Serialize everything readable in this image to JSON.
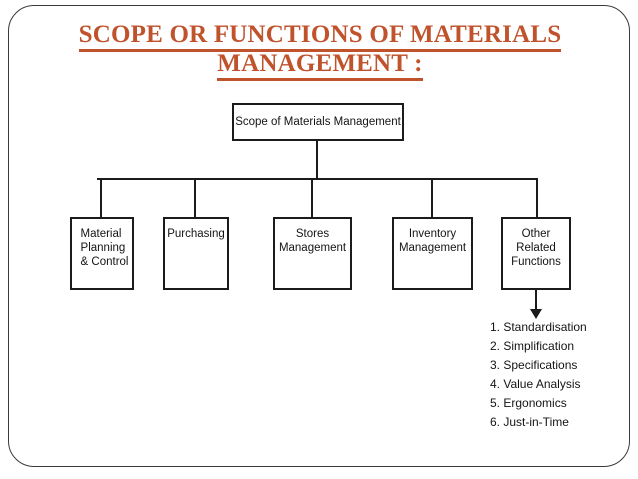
{
  "slide": {
    "title_lines": [
      "SCOPE OR FUNCTIONS OF MATERIALS",
      "MANAGEMENT :"
    ],
    "title_color": "#c0522c",
    "border_color": "#3a3a3a",
    "background": "#ffffff"
  },
  "diagram": {
    "type": "org-chart",
    "line_color": "#1b1b1b",
    "root": {
      "label": "Scope of Materials Management"
    },
    "children": [
      {
        "label": "Material\nPlanning\n& Control"
      },
      {
        "label": "Purchasing"
      },
      {
        "label": "Stores\nManagement"
      },
      {
        "label": "Inventory\nManagement"
      },
      {
        "label": "Other\nRelated\nFunctions"
      }
    ],
    "other_related_functions": [
      "1. Standardisation",
      "2. Simplification",
      "3. Specifications",
      "4. Value Analysis",
      "5. Ergonomics",
      "6. Just-in-Time"
    ]
  }
}
